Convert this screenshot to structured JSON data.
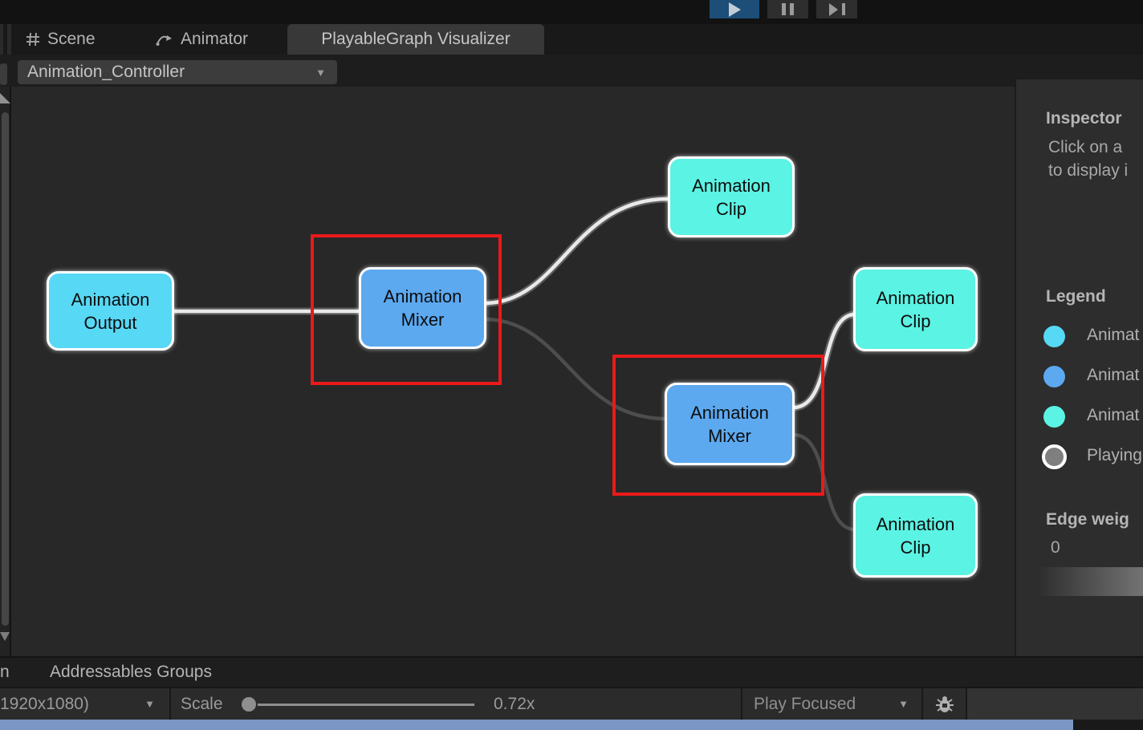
{
  "colors": {
    "accent_play": "#1d4e78",
    "node_output": "#57d8f5",
    "node_mixer": "#5ca9f0",
    "node_clip": "#5bf3e3",
    "legend_playing": "#7f7f7f",
    "highlight_red": "#ea1a1a",
    "progress_blue": "#7b96c4"
  },
  "icons": {
    "caret_down": "▼"
  },
  "top_tabs": [
    {
      "label": "Scene",
      "active": false
    },
    {
      "label": "Animator",
      "active": false
    },
    {
      "label": "PlayableGraph Visualizer",
      "active": true
    }
  ],
  "graph_toolbar": {
    "graph_selector_value": "Animation_Controller"
  },
  "graph": {
    "nodes": [
      {
        "type": "AnimationOutput",
        "line1": "Animation",
        "line2": "Output",
        "highlighted": false
      },
      {
        "type": "AnimationMixer",
        "line1": "Animation",
        "line2": "Mixer",
        "highlighted": true
      },
      {
        "type": "AnimationClip",
        "line1": "Animation",
        "line2": "Clip",
        "highlighted": false
      },
      {
        "type": "AnimationMixer",
        "line1": "Animation",
        "line2": "Mixer",
        "highlighted": true
      },
      {
        "type": "AnimationClip",
        "line1": "Animation",
        "line2": "Clip",
        "highlighted": false
      },
      {
        "type": "AnimationClip",
        "line1": "Animation",
        "line2": "Clip",
        "highlighted": false
      }
    ]
  },
  "inspector": {
    "title": "Inspector",
    "hint_line1": "Click on a",
    "hint_line2": "to display i"
  },
  "legend": {
    "title": "Legend",
    "items": [
      {
        "label": "Animat",
        "color": "#57d8f5"
      },
      {
        "label": "Animat",
        "color": "#5ca9f0"
      },
      {
        "label": "Animat",
        "color": "#5bf3e3"
      },
      {
        "label": "Playing",
        "color": "#7f7f7f"
      }
    ]
  },
  "edge_weight": {
    "title": "Edge weig",
    "min_label": "0"
  },
  "bottom_tab_bar": {
    "cut_tab_label": "n",
    "tab_label": "Addressables Groups"
  },
  "status_bar": {
    "resolution_value": "1920x1080)",
    "scale_label": "Scale",
    "scale_value": "0.72x",
    "play_mode_value": "Play Focused"
  }
}
